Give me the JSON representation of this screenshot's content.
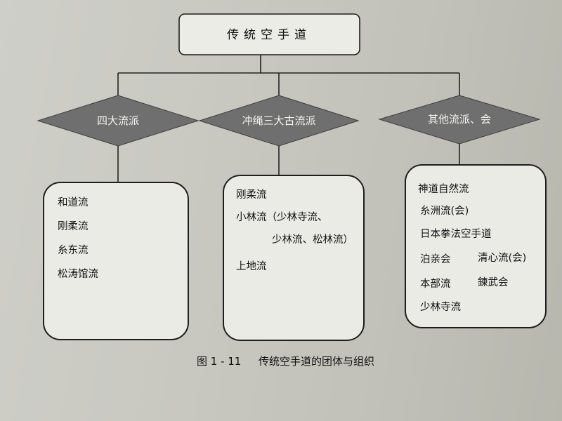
{
  "root": {
    "label": "传统空手道"
  },
  "categories": [
    {
      "label": "四大流派",
      "items": [
        "和道流",
        "刚柔流",
        "糸东流",
        "松涛馆流"
      ]
    },
    {
      "label": "冲绳三大古流派",
      "items": [
        "刚柔流",
        "小林流（少林寺流、",
        "少林流、松林流）",
        "上地流"
      ]
    },
    {
      "label": "其他流派、会",
      "items": [
        "神道自然流",
        "糸洲流(会)",
        "日本拳法空手道",
        "泊亲会",
        "清心流(会)",
        "本部流",
        "錬武会",
        "少林寺流"
      ]
    }
  ],
  "caption": {
    "figure_number": "图 1 - 11",
    "title": "传统空手道的团体与组织"
  }
}
